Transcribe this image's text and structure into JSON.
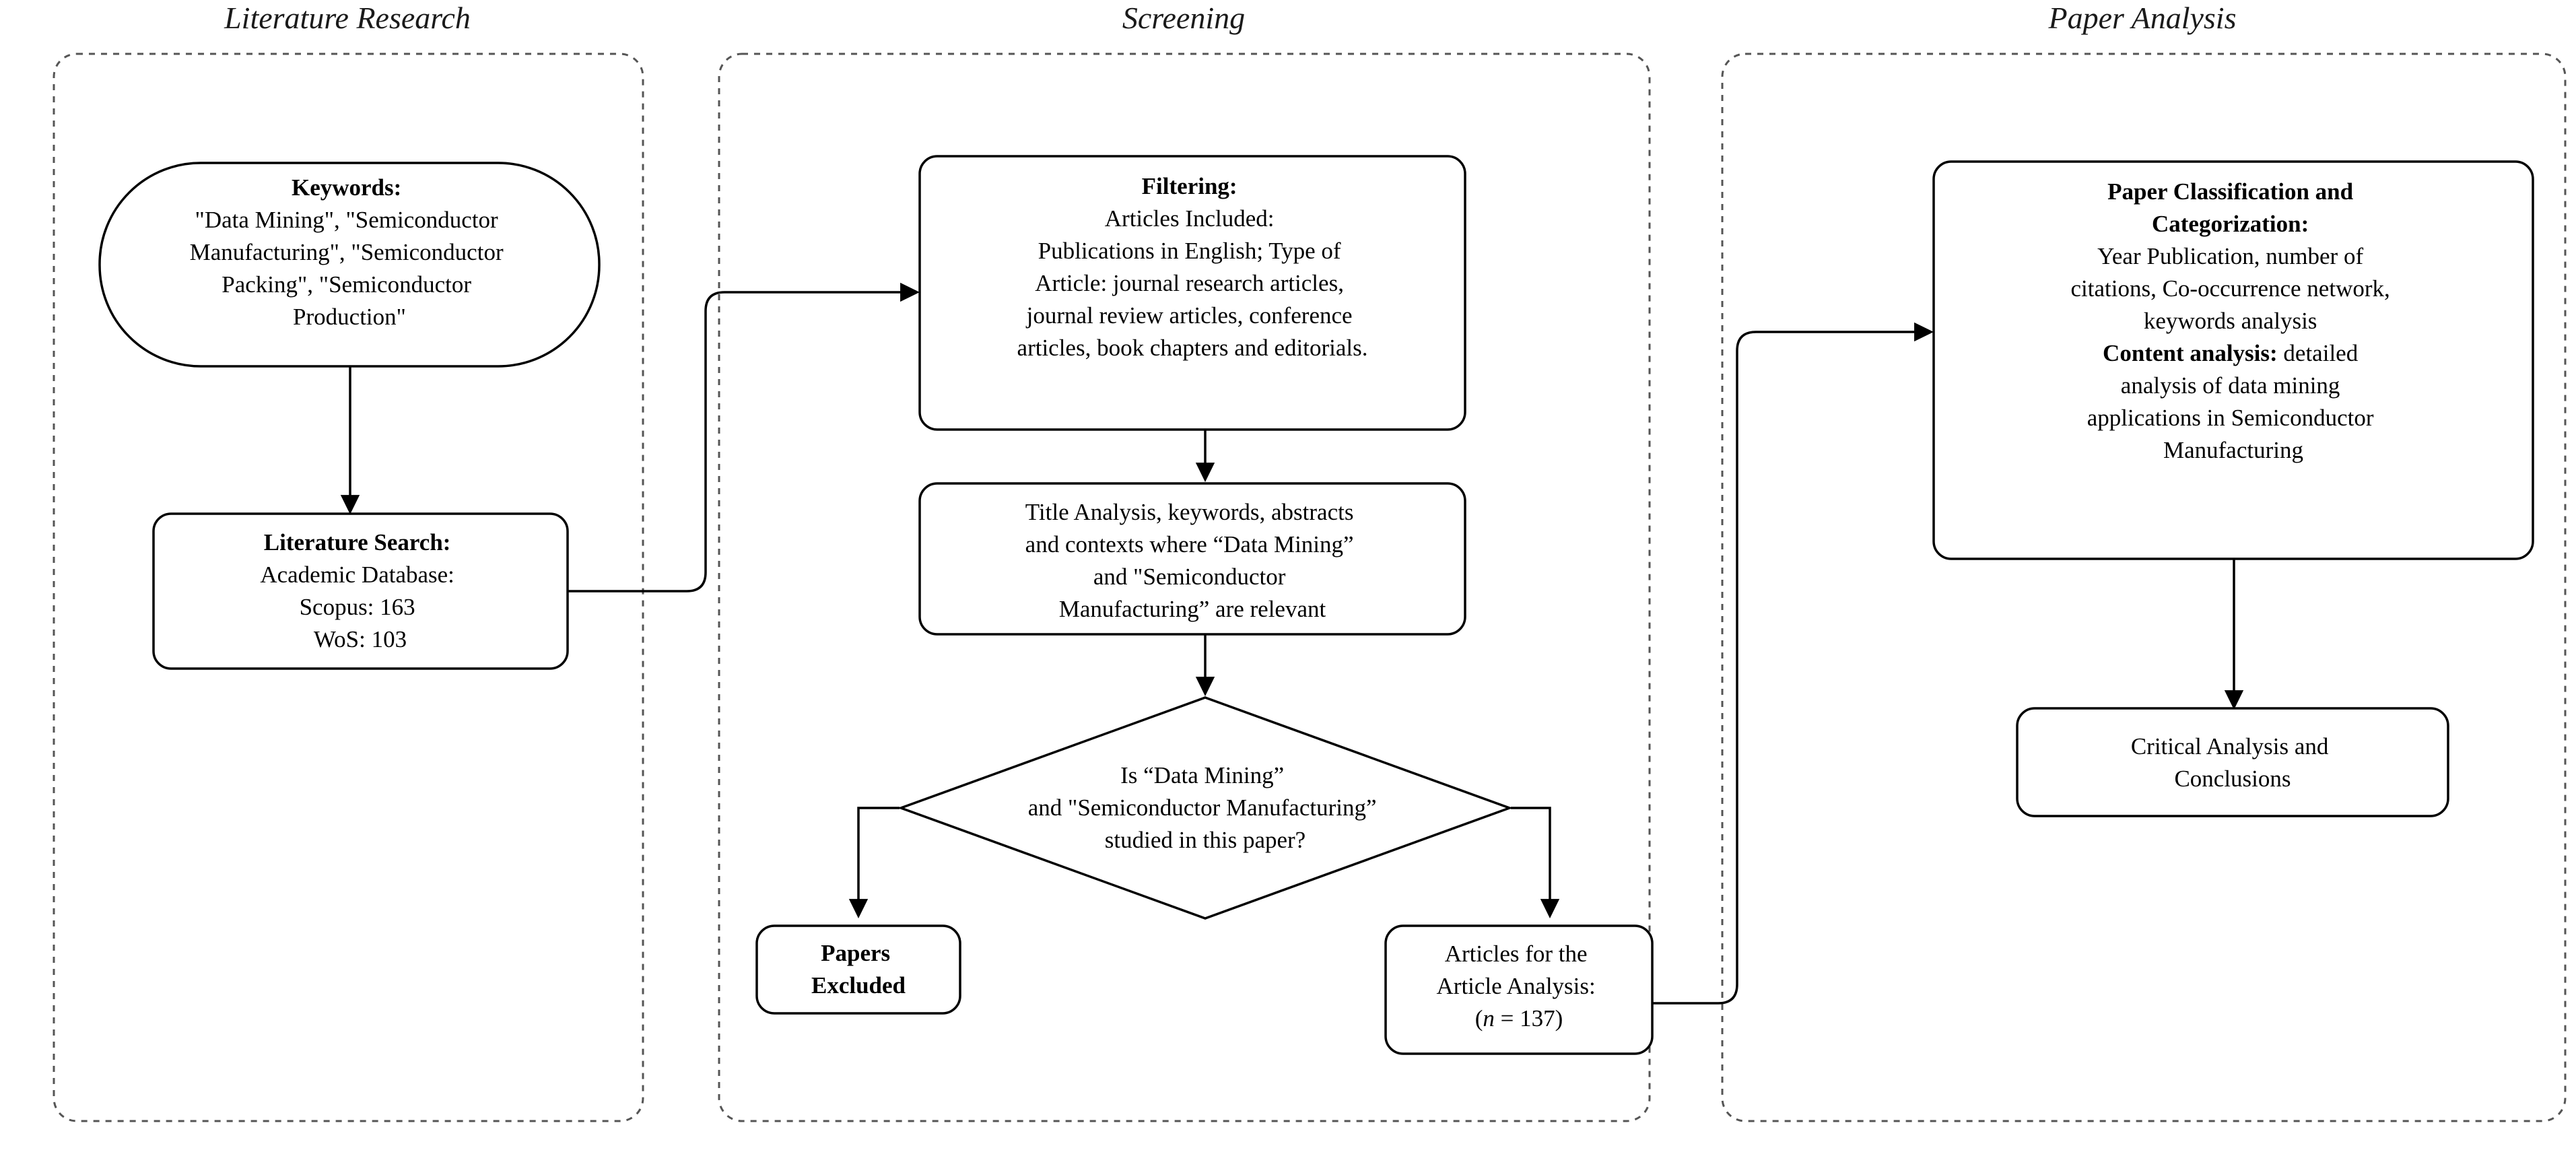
{
  "lanes": [
    {
      "id": "literature-research",
      "title": "Literature Research"
    },
    {
      "id": "screening",
      "title": "Screening"
    },
    {
      "id": "paper-analysis",
      "title": "Paper Analysis"
    }
  ],
  "nodes": {
    "keywords": {
      "shape": "stadium",
      "lines": [
        {
          "text": "Keywords:",
          "bold": true
        },
        {
          "text": "\"Data Mining\", \"Semiconductor"
        },
        {
          "text": "Manufacturing\", \"Semiconductor"
        },
        {
          "text": "Packing\", \"Semiconductor"
        },
        {
          "text": "Production\""
        }
      ]
    },
    "literature_search": {
      "shape": "rounded-rect",
      "lines": [
        {
          "text": "Literature Search:",
          "bold": true
        },
        {
          "text": "Academic Database:"
        },
        {
          "text": "Scopus: 163"
        },
        {
          "text": "WoS: 103"
        }
      ]
    },
    "filtering": {
      "shape": "rounded-rect",
      "lines": [
        {
          "text": "Filtering:",
          "bold": true
        },
        {
          "text": "Articles Included:"
        },
        {
          "text": "Publications in English; Type of"
        },
        {
          "text": "Article: journal research articles,"
        },
        {
          "text": "journal review articles, conference"
        },
        {
          "text": "articles, book chapters and editorials."
        }
      ]
    },
    "title_analysis": {
      "shape": "rounded-rect",
      "lines": [
        {
          "text": "Title Analysis, keywords, abstracts"
        },
        {
          "text": "and contexts where “Data Mining”"
        },
        {
          "text": "and \"Semiconductor"
        },
        {
          "text": "Manufacturing” are relevant"
        }
      ]
    },
    "decision": {
      "shape": "diamond",
      "lines": [
        {
          "text": "Is “Data Mining”"
        },
        {
          "text": "and \"Semiconductor Manufacturing”"
        },
        {
          "text": "studied in this paper?"
        }
      ]
    },
    "papers_excluded": {
      "shape": "rounded-rect",
      "lines": [
        {
          "text": "Papers",
          "bold": true
        },
        {
          "text": "Excluded",
          "bold": true
        }
      ]
    },
    "articles_for_analysis": {
      "shape": "rounded-rect",
      "lines": [
        {
          "text": "Articles for the"
        },
        {
          "text": "Article Analysis:"
        },
        {
          "text": "(n = 137)",
          "italic_prefix": "n"
        }
      ]
    },
    "paper_classification": {
      "shape": "rounded-rect",
      "lines": [
        {
          "text": "Paper Classification and",
          "bold": true
        },
        {
          "text": "Categorization:",
          "bold": true
        },
        {
          "text": "Year Publication, number of"
        },
        {
          "text": "citations, Co-occurrence network,"
        },
        {
          "text": "keywords analysis"
        },
        {
          "text": "Content analysis: detailed",
          "bold_prefix": "Content analysis:"
        },
        {
          "text": "analysis of data mining"
        },
        {
          "text": "applications in Semiconductor"
        },
        {
          "text": "Manufacturing"
        }
      ]
    },
    "critical_analysis": {
      "shape": "rounded-rect",
      "lines": [
        {
          "text": "Critical Analysis and"
        },
        {
          "text": "Conclusions"
        }
      ]
    }
  },
  "edges": [
    {
      "id": "keywords-to-literature-search",
      "from": "keywords",
      "to": "literature_search"
    },
    {
      "id": "literature-search-to-filtering",
      "from": "literature_search",
      "to": "filtering"
    },
    {
      "id": "filtering-to-title-analysis",
      "from": "filtering",
      "to": "title_analysis"
    },
    {
      "id": "title-analysis-to-decision",
      "from": "title_analysis",
      "to": "decision"
    },
    {
      "id": "decision-to-papers-excluded",
      "from": "decision",
      "to": "papers_excluded"
    },
    {
      "id": "decision-to-articles-for-analysis",
      "from": "decision",
      "to": "articles_for_analysis"
    },
    {
      "id": "articles-to-paper-classification",
      "from": "articles_for_analysis",
      "to": "paper_classification"
    },
    {
      "id": "paper-classification-to-critical-analysis",
      "from": "paper_classification",
      "to": "critical_analysis"
    }
  ],
  "colors": {
    "background": "#ffffff",
    "node_stroke": "#000000",
    "node_fill": "#ffffff",
    "lane_stroke": "#555555",
    "text": "#000000"
  }
}
